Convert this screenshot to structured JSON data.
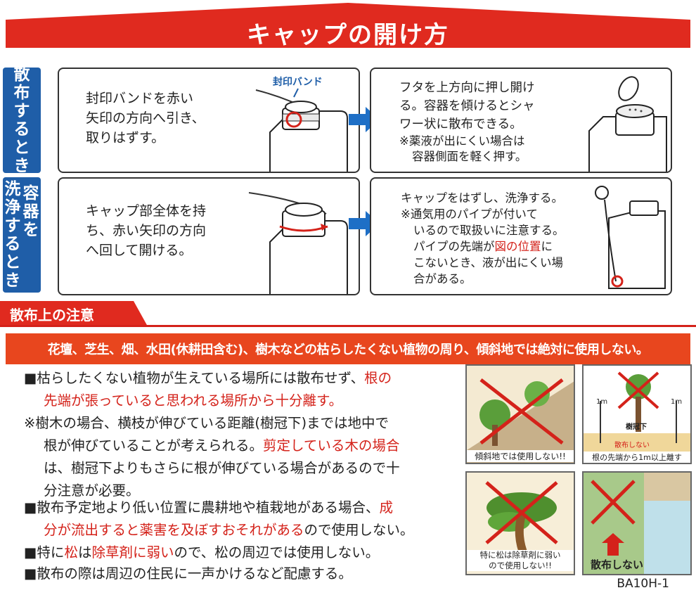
{
  "title": "キャップの開け方",
  "sections": {
    "spray": {
      "label_lines": [
        "散",
        "布",
        "す",
        "る",
        "と",
        "き"
      ],
      "step1": {
        "lines": [
          "封印バンドを赤い",
          "矢印の方向へ引き、",
          "取りはずす。"
        ],
        "callout": "封印バンド"
      },
      "step2": {
        "lines": [
          "フタを上方向に押し開け",
          "る。容器を傾けるとシャ",
          "ワー状に散布できる。"
        ],
        "note_lines": [
          "※薬液が出にくい場合は",
          "容器側面を軽く押す。"
        ]
      }
    },
    "wash": {
      "label_lines": [
        "容器を",
        "洗浄するとき"
      ],
      "label_col1": [
        "洗",
        "浄",
        "す",
        "る",
        "と",
        "き"
      ],
      "label_col2": [
        "容",
        "器",
        "を"
      ],
      "step1": {
        "lines": [
          "キャップ部全体を持",
          "ち、赤い矢印の方向",
          "へ回して開ける。"
        ]
      },
      "step2": {
        "line1": "キャップをはずし、洗浄する。",
        "note1": "※通気用のパイプが付いて",
        "note2": "いるので取扱いに注意する。",
        "note3a": "パイプの先端が",
        "note3b": "図の位置",
        "note3c": "に",
        "note4": "こないとき、液が出にくい場",
        "note5": "合がある。"
      }
    }
  },
  "caution": {
    "title": "散布上の注意",
    "warning": "花壇、芝生、畑、水田(休耕田含む)、樹木などの枯らしたくない植物の周り、傾斜地では絶対に使用しない。",
    "rules": {
      "r1a": "■枯らしたくない植物が生えている場所には散布せず、",
      "r1b": "根の",
      "r1c": "先端が張っていると思われる場所から十分離す。",
      "r2a": "※樹木の場合、横枝が伸びている距離(樹冠下)までは地中で",
      "r2b": "根が伸びていることが考えられる。",
      "r2c": "剪定している木の場合",
      "r2d": "は、樹冠下よりもさらに根が伸びている場合があるので十",
      "r2e": "分注意が必要。",
      "r3a": "■散布予定地より低い位置に農耕地や植栽地がある場合、",
      "r3b": "成",
      "r3c": "分が流出すると薬害を及ぼすおそれがある",
      "r3d": "ので使用しない。",
      "r4a": "■特に",
      "r4b": "松",
      "r4c": "は",
      "r4d": "除草剤に弱い",
      "r4e": "ので、松の周辺では使用しない。",
      "r5": "■散布の際は周辺の住民に一声かけるなど配慮する。"
    },
    "pictures": {
      "slope": "傾斜地では使用しない!!",
      "root": "根の先端から1m以上離す",
      "root_tag": "散布しない",
      "crown_tag": "樹冠下",
      "m_left": "1m",
      "m_right": "1m",
      "pine_1": "特に松は除草剤に弱い",
      "pine_2": "ので使用しない!!",
      "field": "散布しない"
    }
  },
  "doc_code": "BA10H-1",
  "colors": {
    "red": "#d4221a",
    "banner_red": "#e02a1f",
    "blue": "#1f5ea8",
    "arrow_blue": "#1e6fc6",
    "orange": "#e8461e"
  }
}
